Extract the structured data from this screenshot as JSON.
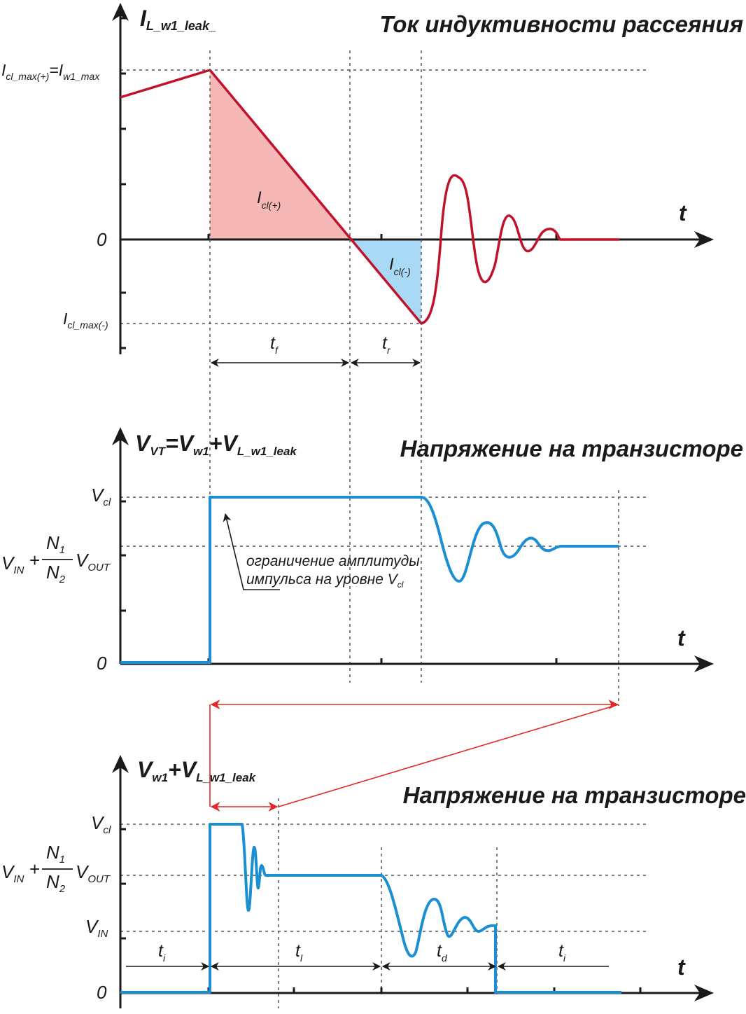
{
  "panel1": {
    "title": "Ток индуктивности рассеяния",
    "y_axis_label": "I",
    "y_axis_sub": "L_w1_leak_",
    "x_axis_label": "t",
    "zero": "0",
    "level_max_plus": {
      "a": "I",
      "a_sub": "cl_max(+)",
      "eq": "=",
      "b": "I",
      "b_sub": "w1_max"
    },
    "level_max_minus": {
      "a": "I",
      "a_sub": "cl_max(-)"
    },
    "area_plus": {
      "a": "I",
      "a_sub": "cl(+)"
    },
    "area_minus": {
      "a": "I",
      "a_sub": "cl(-)"
    },
    "interval_fall": {
      "a": "t",
      "a_sub": "f"
    },
    "interval_rise": {
      "a": "t",
      "a_sub": "r"
    },
    "colors": {
      "curve": "#c0122b",
      "fill_plus": "#f6b8b6",
      "fill_minus": "#a9daf5"
    }
  },
  "panel2": {
    "title": "Напряжение на транзисторе",
    "y_axis_label": {
      "p1": "V",
      "p1_sub": "VT",
      "p2": "=V",
      "p2_sub": "w1",
      "p3": "+V",
      "p3_sub": "L_w1_leak"
    },
    "x_axis_label": "t",
    "zero": "0",
    "level_vcl": {
      "a": "V",
      "a_sub": "cl"
    },
    "level_mid": {
      "vin": "V",
      "vin_sub": "IN",
      "plus": "+",
      "num": "N",
      "num_sub": "1",
      "den": "N",
      "den_sub": "2",
      "vout": "V",
      "vout_sub": "OUT"
    },
    "note_line1": "ограничение амплитуды",
    "note_line2": "импульса на уровне V",
    "note_sub": "cl",
    "colors": {
      "curve": "#1a8fd1"
    }
  },
  "panel3": {
    "title": "Напряжение на транзисторе",
    "y_axis_label": {
      "p1": "V",
      "p1_sub": "w1",
      "p2": "+V",
      "p2_sub": "L_w1_leak"
    },
    "x_axis_label": "t",
    "zero": "0",
    "level_vcl": {
      "a": "V",
      "a_sub": "cl"
    },
    "level_mid": {
      "vin": "V",
      "vin_sub": "IN",
      "plus": "+",
      "num": "N",
      "num_sub": "1",
      "den": "N",
      "den_sub": "2",
      "vout": "V",
      "vout_sub": "OUT"
    },
    "level_vin": {
      "a": "V",
      "a_sub": "IN"
    },
    "intervals": [
      {
        "a": "t",
        "a_sub": "i"
      },
      {
        "a": "t",
        "a_sub": "l"
      },
      {
        "a": "t",
        "a_sub": "d"
      },
      {
        "a": "t",
        "a_sub": "i"
      }
    ],
    "colors": {
      "curve": "#1a8fd1",
      "zoom_marker": "#e02828"
    }
  }
}
